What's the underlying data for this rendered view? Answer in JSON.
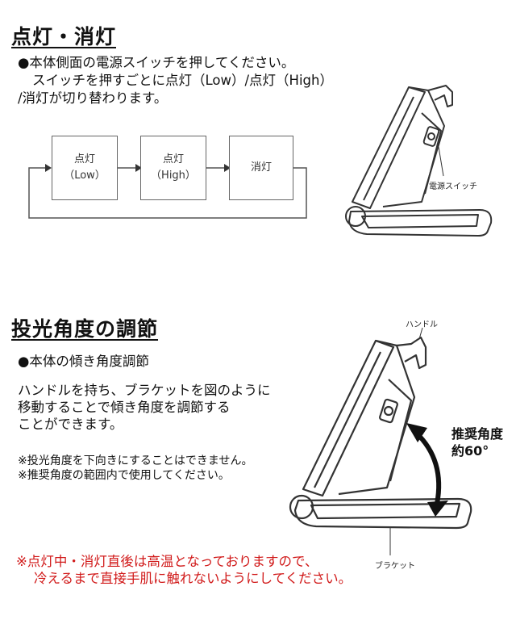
{
  "section1": {
    "title": "点灯・消灯",
    "line1": "●本体側面の電源スイッチを押してください。",
    "line2": "スイッチを押すごとに点灯（Low）/点灯（High）",
    "line3": "/消灯が切り替わります。",
    "flow": [
      {
        "line1": "点灯",
        "line2": "（Low）"
      },
      {
        "line1": "点灯",
        "line2": "（High）"
      },
      {
        "line1": "消灯",
        "line2": ""
      }
    ],
    "switch_label": "電源スイッチ"
  },
  "section2": {
    "title": "投光角度の調節",
    "bullet": "●本体の傾き角度調節",
    "body1": "ハンドルを持ち、ブラケットを図のように",
    "body2": "移動することで傾き角度を調節する",
    "body3": "ことができます。",
    "note1": "※投光角度を下向きにすることはできません。",
    "note2": "※推奨角度の範囲内で使用してください。",
    "handle_label": "ハンドル",
    "bracket_label": "ブラケット",
    "angle_label1": "推奨角度",
    "angle_label2": "約60°"
  },
  "warning": {
    "line1": "※点灯中・消灯直後は高温となっておりますので、",
    "line2": "冷えるまで直接手肌に触れないようにしてください。"
  }
}
